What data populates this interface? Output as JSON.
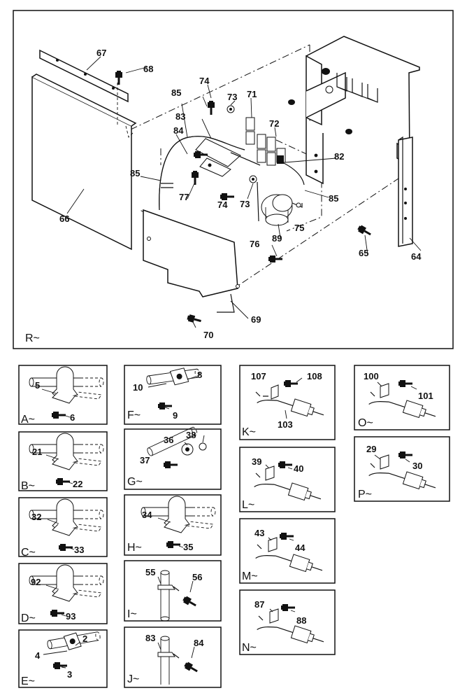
{
  "main": {
    "view": "R~",
    "labels": {
      "p64": "64",
      "p65": "65",
      "p66": "66",
      "p67": "67",
      "p68": "68",
      "p69": "69",
      "p70": "70",
      "p71": "71",
      "p72": "72",
      "p73a": "73",
      "p73b": "73",
      "p74a": "74",
      "p74b": "74",
      "p75": "75",
      "p76": "76",
      "p77": "77",
      "p82": "82",
      "p83": "83",
      "p84": "84",
      "p85a": "85",
      "p85b": "85",
      "p85c": "85",
      "p89": "89"
    }
  },
  "details": [
    {
      "view": "A~",
      "labels": [
        "5",
        "6"
      ]
    },
    {
      "view": "B~",
      "labels": [
        "21",
        "22"
      ]
    },
    {
      "view": "C~",
      "labels": [
        "32",
        "33"
      ]
    },
    {
      "view": "D~",
      "labels": [
        "92",
        "93"
      ]
    },
    {
      "view": "E~",
      "labels": [
        "2",
        "4",
        "3"
      ]
    },
    {
      "view": "F~",
      "labels": [
        "8",
        "10",
        "9"
      ]
    },
    {
      "view": "G~",
      "labels": [
        "36",
        "38",
        "37"
      ]
    },
    {
      "view": "H~",
      "labels": [
        "34",
        "35"
      ]
    },
    {
      "view": "I~",
      "labels": [
        "55",
        "56"
      ]
    },
    {
      "view": "J~",
      "labels": [
        "83",
        "84"
      ]
    },
    {
      "view": "K~",
      "labels": [
        "107",
        "108",
        "103"
      ]
    },
    {
      "view": "L~",
      "labels": [
        "39",
        "40"
      ]
    },
    {
      "view": "M~",
      "labels": [
        "43",
        "44"
      ]
    },
    {
      "view": "N~",
      "labels": [
        "87",
        "88"
      ]
    },
    {
      "view": "O~",
      "labels": [
        "100",
        "101"
      ]
    },
    {
      "view": "P~",
      "labels": [
        "29",
        "30"
      ]
    }
  ]
}
